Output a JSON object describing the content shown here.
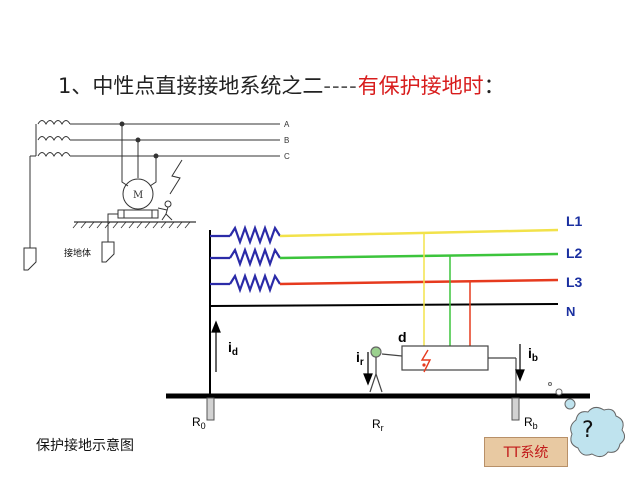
{
  "title": {
    "prefix": "1、中性点直接接地系统之二",
    "dashes": "----",
    "highlight": "有保护接地时",
    "suffix": "："
  },
  "small_diagram": {
    "phase_a": "A",
    "phase_b": "B",
    "phase_c": "C",
    "motor": "M",
    "ground_body": "接地体"
  },
  "main_diagram": {
    "line_l1": "L1",
    "line_l2": "L2",
    "line_l3": "L3",
    "line_n": "N",
    "current_d": "i",
    "current_d_sub": "d",
    "current_r": "i",
    "current_r_sub": "r",
    "current_b": "i",
    "current_b_sub": "b",
    "fault_point": "d",
    "r0": "R",
    "r0_sub": "0",
    "rr": "R",
    "rr_sub": "r",
    "rb": "R",
    "rb_sub": "b",
    "colors": {
      "l1": "#f2e24a",
      "l2": "#3cc43c",
      "l3": "#e63a1e",
      "n": "#000000",
      "winding": "#2b2ba8"
    }
  },
  "caption": "保护接地示意图",
  "badge": "TT系统",
  "bubble": "?"
}
